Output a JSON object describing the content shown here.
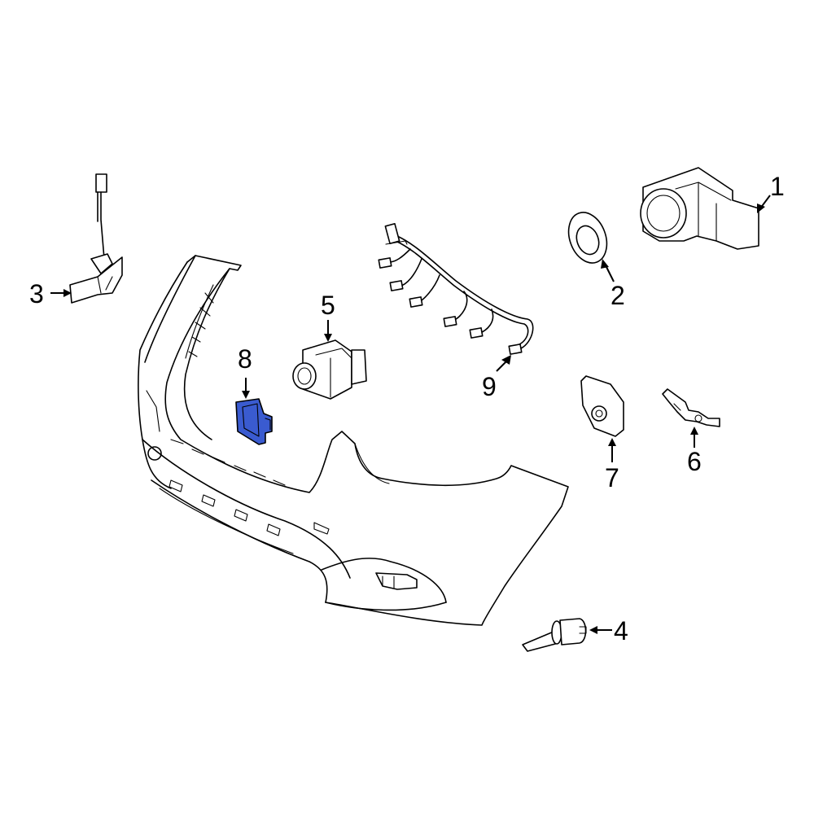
{
  "diagram": {
    "highlight_color": "#3a5bd0",
    "callouts": [
      {
        "id": "1",
        "label": "1",
        "part": "park-sensor"
      },
      {
        "id": "2",
        "label": "2",
        "part": "sensor-ring"
      },
      {
        "id": "3",
        "label": "3",
        "part": "sensor-bracket-with-wire"
      },
      {
        "id": "4",
        "label": "4",
        "part": "rivet-pin"
      },
      {
        "id": "5",
        "label": "5",
        "part": "radar-sensor"
      },
      {
        "id": "6",
        "label": "6",
        "part": "mounting-clip"
      },
      {
        "id": "7",
        "label": "7",
        "part": "sensor-holder"
      },
      {
        "id": "8",
        "label": "8",
        "part": "control-module",
        "highlighted": true
      },
      {
        "id": "9",
        "label": "9",
        "part": "wiring-harness"
      }
    ]
  }
}
